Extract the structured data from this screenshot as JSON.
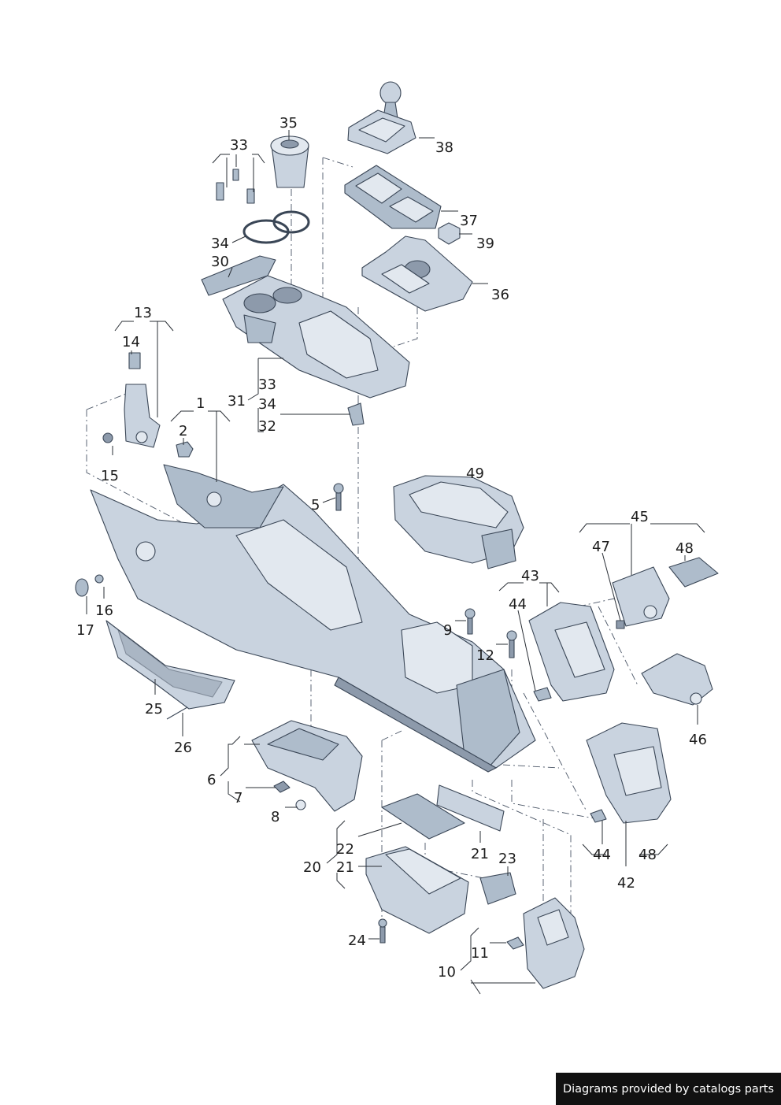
{
  "labels": {
    "l1": "1",
    "l2": "2",
    "l5": "5",
    "l6": "6",
    "l7": "7",
    "l8": "8",
    "l9": "9",
    "l10": "10",
    "l11": "11",
    "l12": "12",
    "l13": "13",
    "l14": "14",
    "l15": "15",
    "l16": "16",
    "l17": "17",
    "l20": "20",
    "l21a": "21",
    "l21b": "21",
    "l22": "22",
    "l23": "23",
    "l24": "24",
    "l25": "25",
    "l26": "26",
    "l30": "30",
    "l31": "31",
    "l32": "32",
    "l33a": "33",
    "l33b": "33",
    "l34a": "34",
    "l34b": "34",
    "l35": "35",
    "l36": "36",
    "l37": "37",
    "l38": "38",
    "l39": "39",
    "l42": "42",
    "l43": "43",
    "l44a": "44",
    "l44b": "44",
    "l45": "45",
    "l46": "46",
    "l47": "47",
    "l48a": "48",
    "l48b": "48",
    "l49": "49"
  },
  "footer": {
    "text": "Diagrams provided by catalogs parts"
  }
}
